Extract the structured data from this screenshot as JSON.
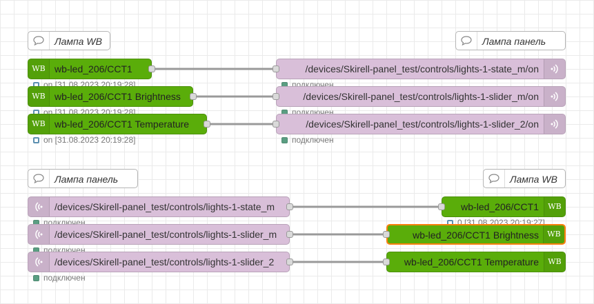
{
  "colors": {
    "wb_node": "#5aad0a",
    "mqtt_node": "#d9bfd9",
    "selected_outline": "#ff7f0e",
    "wire": "#999999",
    "status_connected": "#5a9e82",
    "status_ring": "#5b8fb0"
  },
  "flow1": {
    "comment_left": "Лампа WB",
    "comment_right": "Лампа панель",
    "wb_nodes": [
      {
        "label": "wb-led_206/CCT1",
        "status": "on [31.08.2023 20:19:28]"
      },
      {
        "label": "wb-led_206/CCT1 Brightness",
        "status": "on [31.08.2023 20:19:28]"
      },
      {
        "label": "wb-led_206/CCT1 Temperature",
        "status": "on [31.08.2023 20:19:28]"
      }
    ],
    "mqtt_out_nodes": [
      {
        "label": "/devices/Skirell-panel_test/controls/lights-1-state_m/on",
        "status": "подключен"
      },
      {
        "label": "/devices/Skirell-panel_test/controls/lights-1-slider_m/on",
        "status": "подключен"
      },
      {
        "label": "/devices/Skirell-panel_test/controls/lights-1-slider_2/on",
        "status": "подключен"
      }
    ]
  },
  "flow2": {
    "comment_left": "Лампа панель",
    "comment_right": "Лампа WB",
    "mqtt_in_nodes": [
      {
        "label": "/devices/Skirell-panel_test/controls/lights-1-state_m",
        "status": "подключен"
      },
      {
        "label": "/devices/Skirell-panel_test/controls/lights-1-slider_m",
        "status": "подключен"
      },
      {
        "label": "/devices/Skirell-panel_test/controls/lights-1-slider_2",
        "status": "подключен"
      }
    ],
    "wb_nodes": [
      {
        "label": "wb-led_206/CCT1",
        "status": "0 [31.08.2023 20:19:27]"
      },
      {
        "label": "wb-led_206/CCT1 Brightness",
        "status": ""
      },
      {
        "label": "wb-led_206/CCT1 Temperature",
        "status": ""
      }
    ]
  },
  "icons": {
    "wb": "WB",
    "mqtt": "radio-waves-icon",
    "comment": "speech-bubble-icon"
  }
}
